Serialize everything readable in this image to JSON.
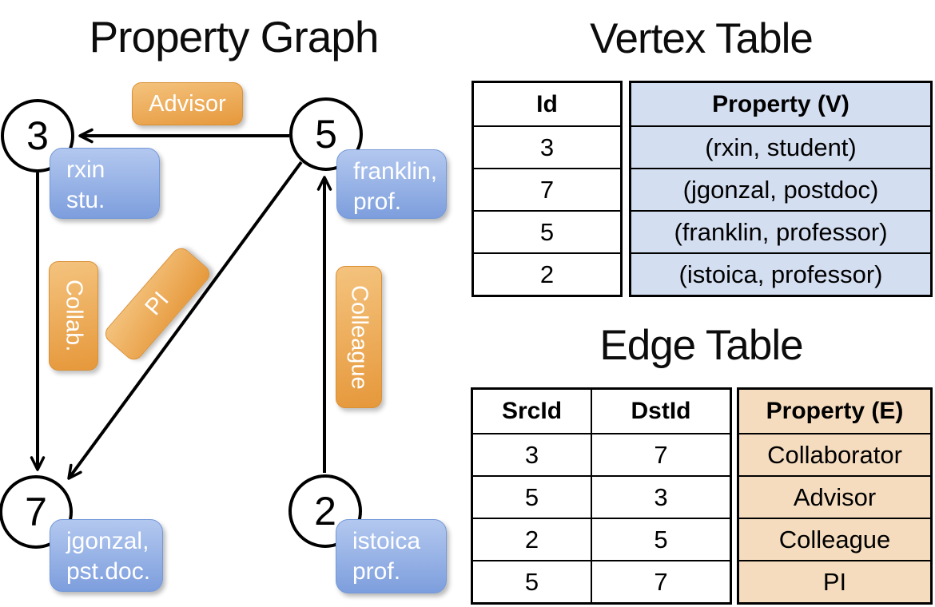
{
  "titles": {
    "graph": "Property Graph",
    "vertex_table": "Vertex Table",
    "edge_table": "Edge Table"
  },
  "graph": {
    "nodes": [
      {
        "id": "3",
        "property_line1": "rxin",
        "property_line2": "stu."
      },
      {
        "id": "5",
        "property_line1": "franklin,",
        "property_line2": "prof."
      },
      {
        "id": "7",
        "property_line1": "jgonzal,",
        "property_line2": "pst.doc."
      },
      {
        "id": "2",
        "property_line1": "istoica",
        "property_line2": "prof."
      }
    ],
    "edges": [
      {
        "src": "5",
        "dst": "3",
        "label": "Advisor"
      },
      {
        "src": "3",
        "dst": "7",
        "label": "Collab."
      },
      {
        "src": "5",
        "dst": "7",
        "label": "PI"
      },
      {
        "src": "2",
        "dst": "5",
        "label": "Colleague"
      }
    ]
  },
  "vertex_table": {
    "headers": {
      "id": "Id",
      "property": "Property (V)"
    },
    "rows": [
      {
        "id": "3",
        "property": "(rxin, student)"
      },
      {
        "id": "7",
        "property": "(jgonzal, postdoc)"
      },
      {
        "id": "5",
        "property": "(franklin, professor)"
      },
      {
        "id": "2",
        "property": "(istoica, professor)"
      }
    ]
  },
  "edge_table": {
    "headers": {
      "src": "SrcId",
      "dst": "DstId",
      "property": "Property (E)"
    },
    "rows": [
      {
        "src": "3",
        "dst": "7",
        "property": "Collaborator"
      },
      {
        "src": "5",
        "dst": "3",
        "property": "Advisor"
      },
      {
        "src": "2",
        "dst": "5",
        "property": "Colleague"
      },
      {
        "src": "5",
        "dst": "7",
        "property": "PI"
      }
    ]
  },
  "colors": {
    "edge_label_fill_top": "#f4c37e",
    "edge_label_fill_bottom": "#e6983b",
    "vertex_label_fill_top": "#b3c8ef",
    "vertex_label_fill_bottom": "#7d9edd",
    "vertex_table_property_fill": "#d4def1",
    "edge_table_property_fill": "#f5dcbe",
    "line": "#000000",
    "background": "#ffffff"
  }
}
